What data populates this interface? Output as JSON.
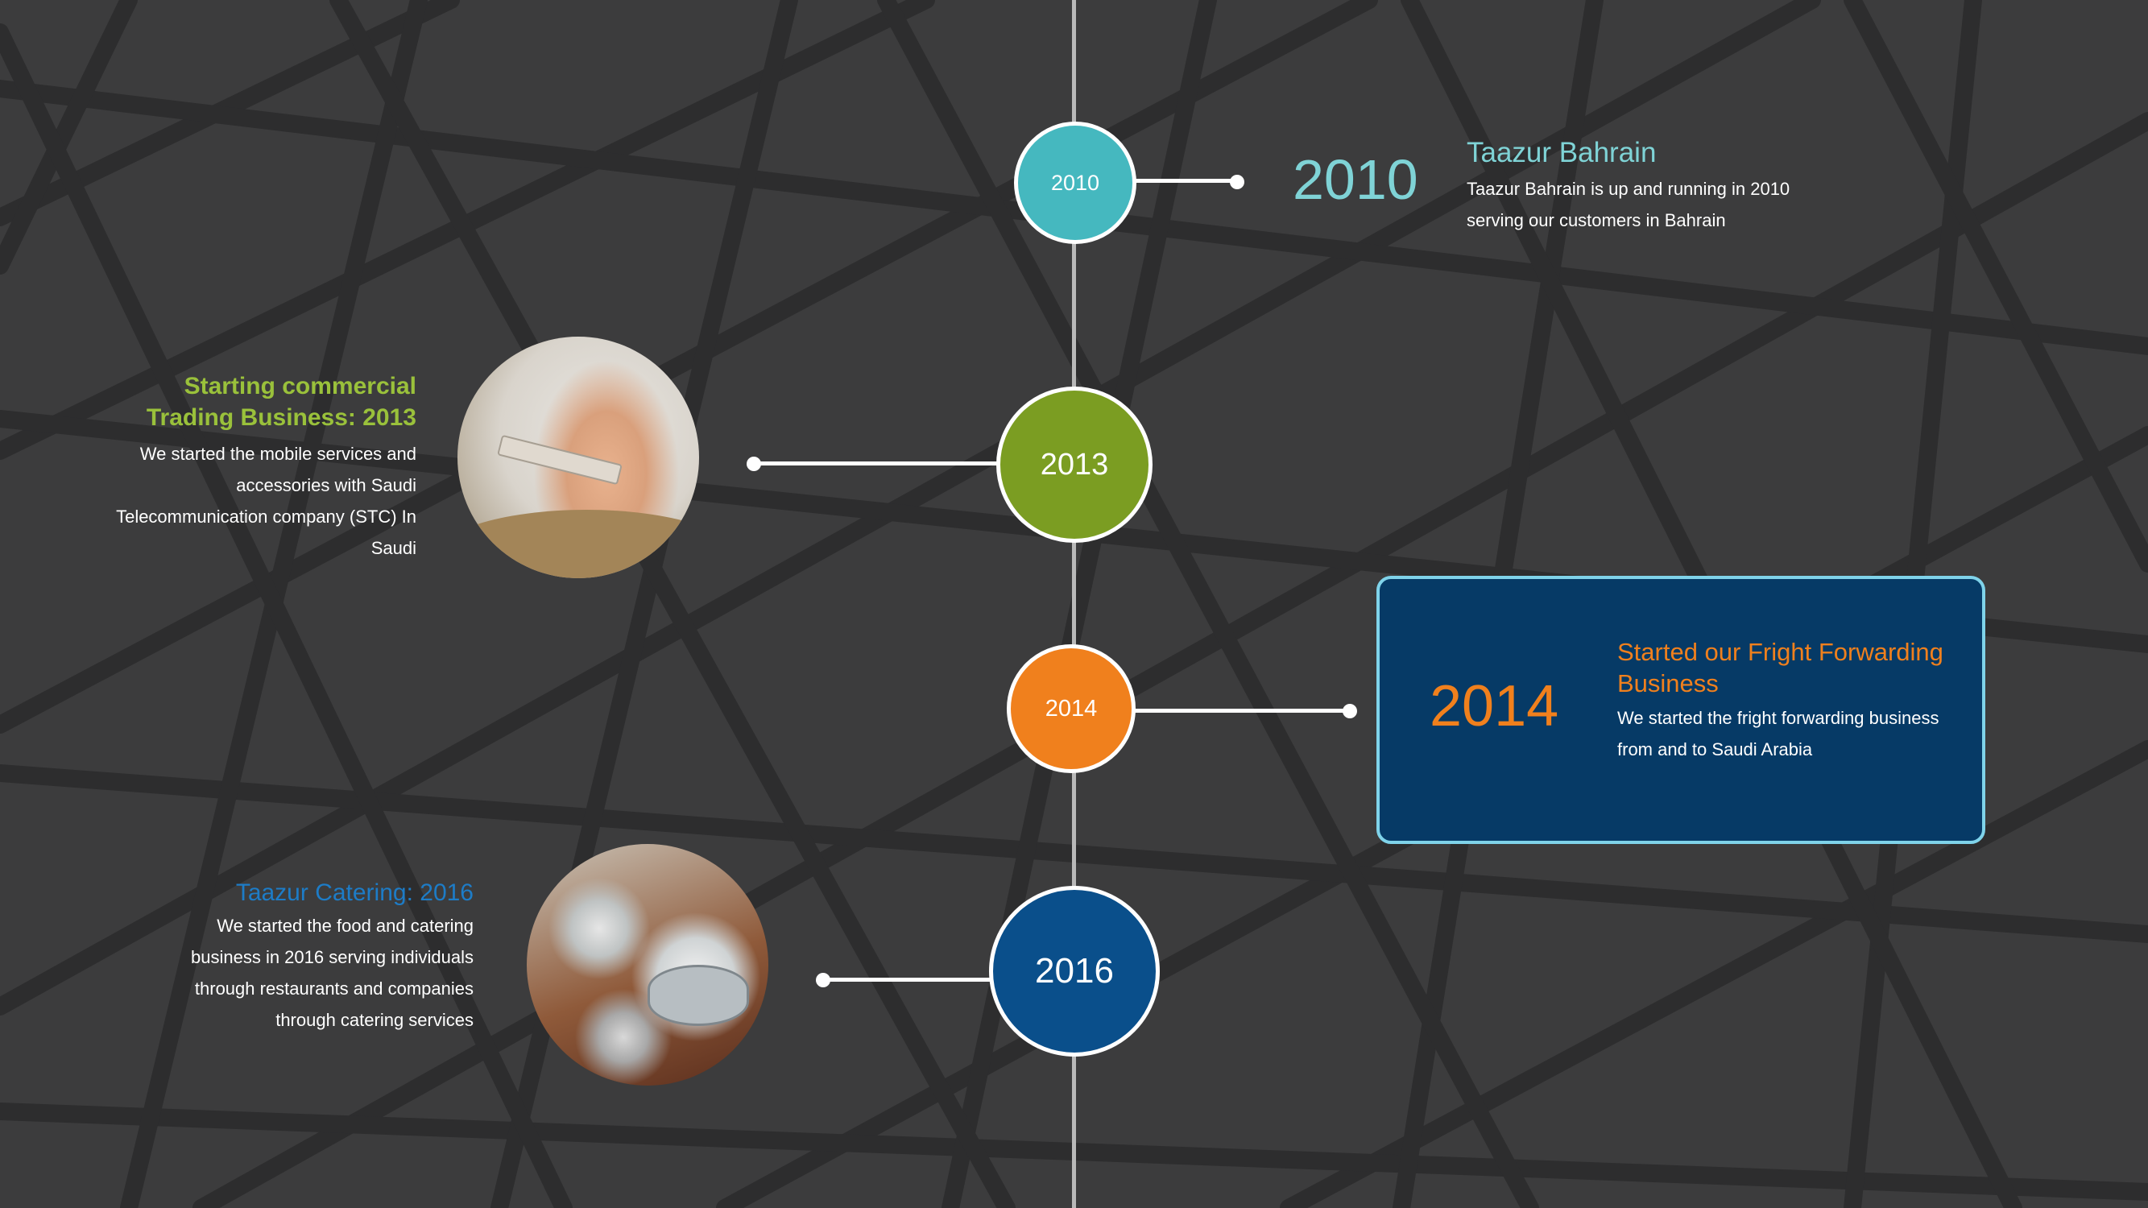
{
  "timeline": [
    {
      "node_label": "2010",
      "year_big": "2010",
      "title": "Taazur Bahrain",
      "body": "Taazur Bahrain is up and running in 2010 serving our customers in Bahrain",
      "color": "#45b8bf"
    },
    {
      "node_label": "2013",
      "title": "Starting commercial Trading Business: 2013",
      "body": "We started the mobile services and accessories with Saudi Telecommunication company (STC) In Saudi",
      "color": "#7b9d22"
    },
    {
      "node_label": "2014",
      "year_big": "2014",
      "title": "Started our Fright Forwarding Business",
      "body": "We started the fright forwarding business from and to Saudi Arabia",
      "color": "#f0801d"
    },
    {
      "node_label": "2016",
      "title": "Taazur Catering: 2016",
      "body": "We started the food and catering business in 2016 serving individuals through restaurants and companies through catering services",
      "color": "#0a4f8b"
    }
  ],
  "colors": {
    "background": "#3c3c3d",
    "line": "#b9b9b9",
    "box_fill": "#063a66",
    "box_border": "#7fd3ea"
  }
}
